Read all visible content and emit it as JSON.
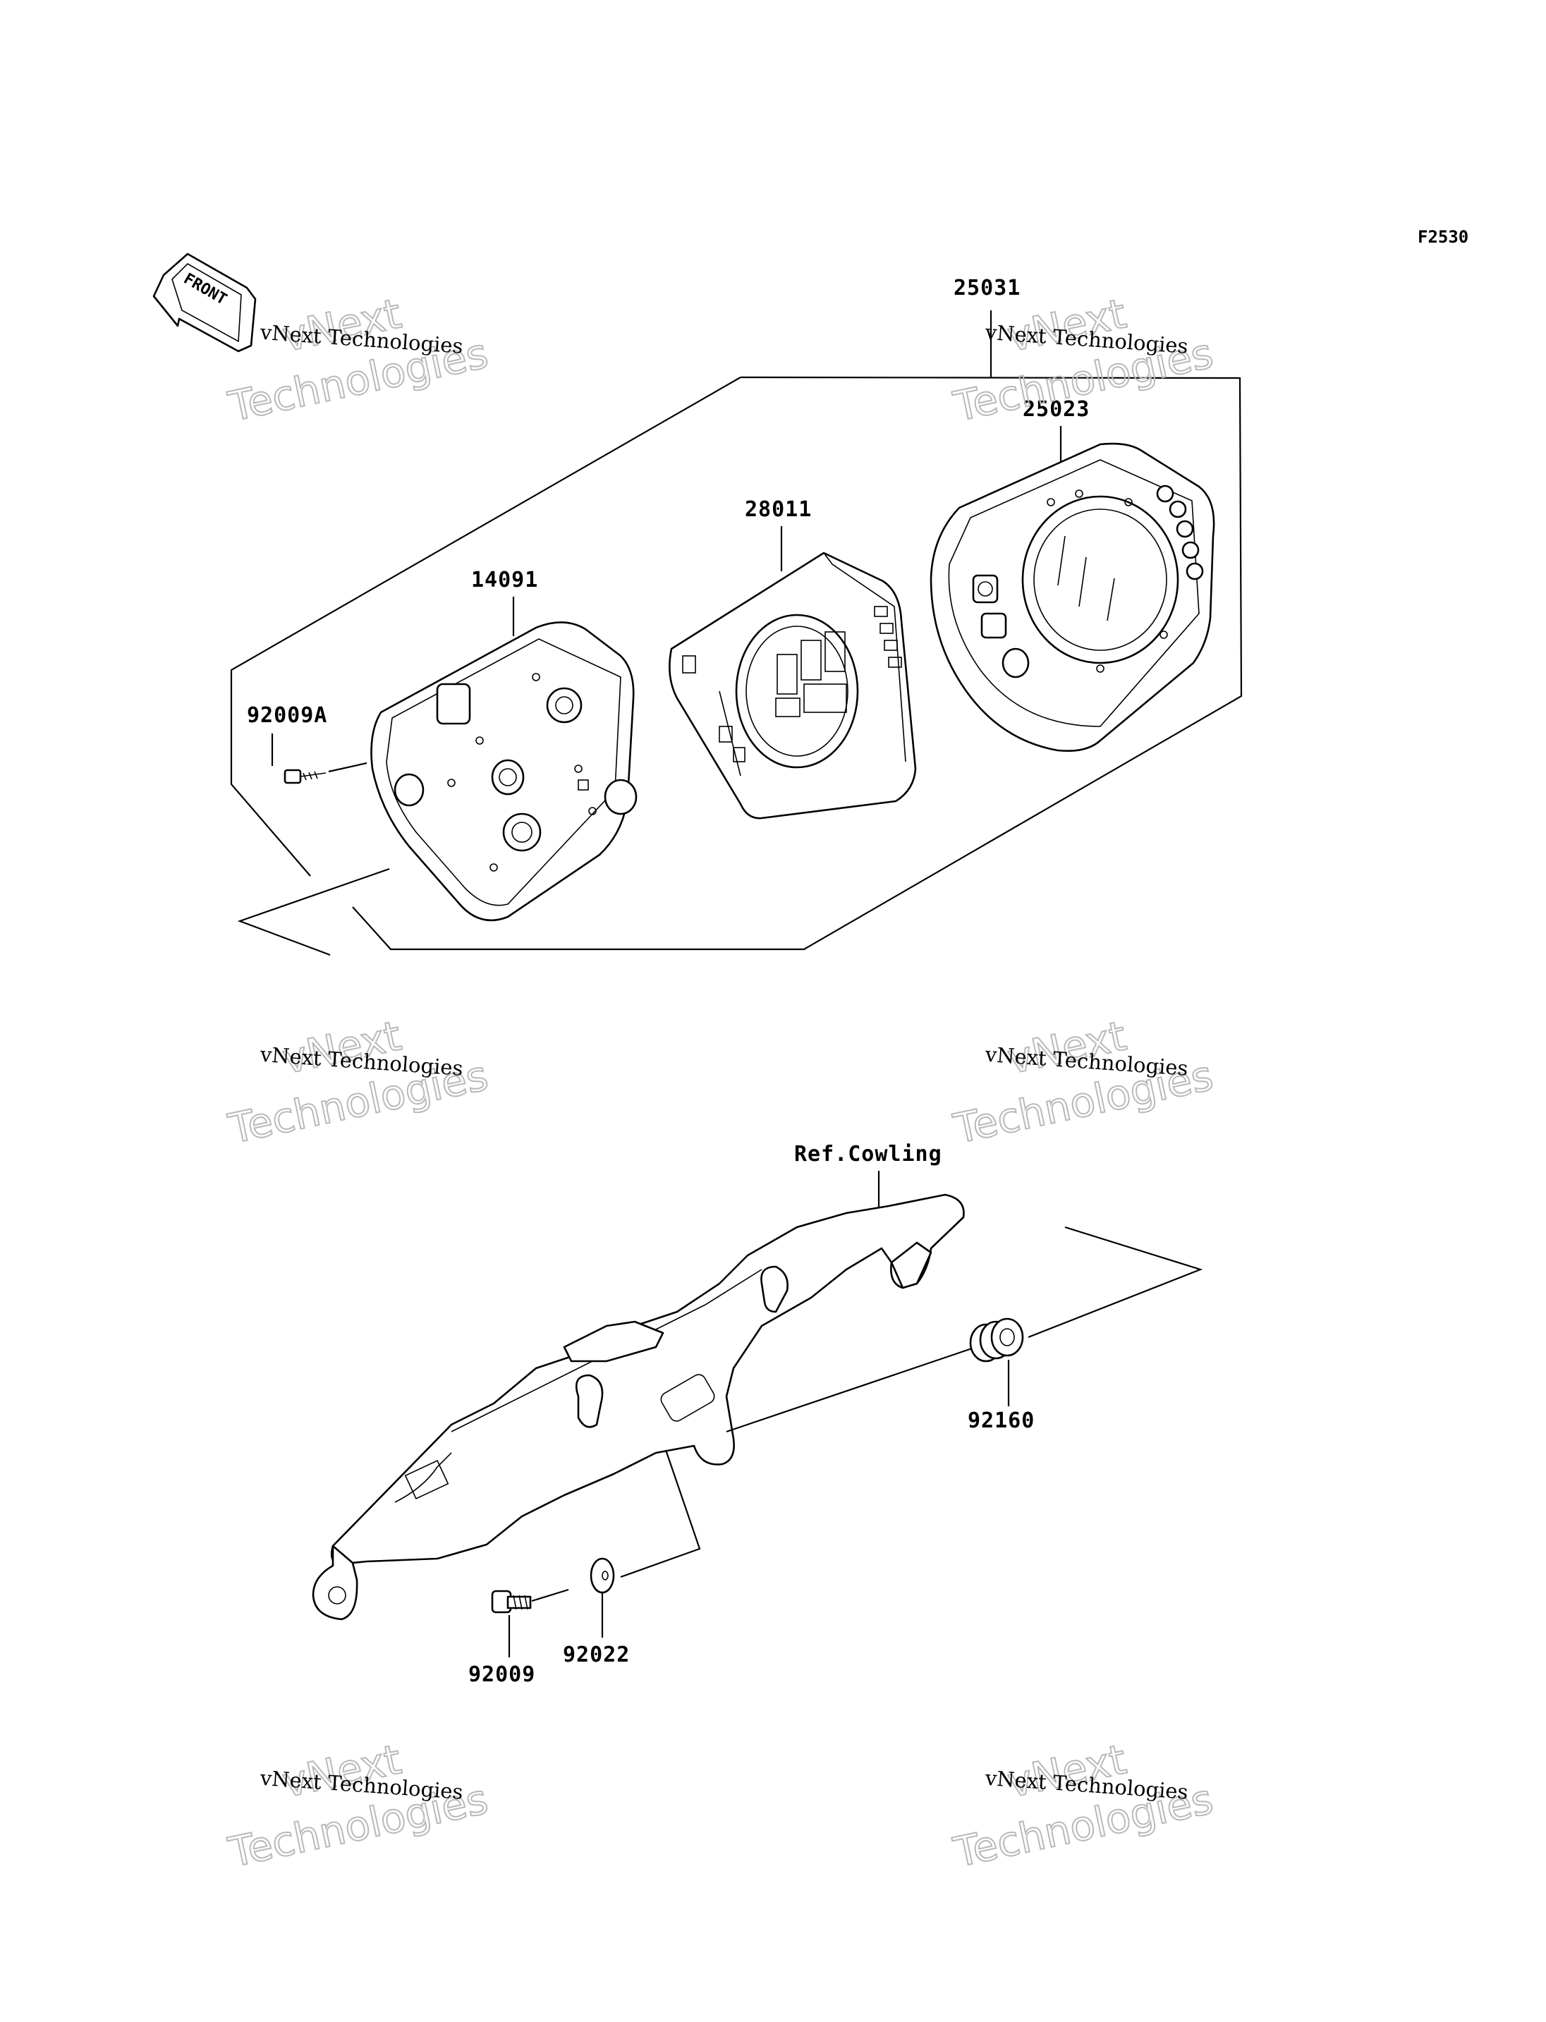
{
  "figure": {
    "code": "F2530",
    "front_marker": "FRONT"
  },
  "parts": {
    "p25031": "25031",
    "p25023": "25023",
    "p28011": "28011",
    "p14091": "14091",
    "p92009A": "92009A",
    "ref_cowling": "Ref.Cowling",
    "p92160": "92160",
    "p92009": "92009",
    "p92022": "92022"
  },
  "watermark": {
    "line_small": "vNext Technologies",
    "line_big_1": "vNext",
    "line_big_2": "Technologies"
  }
}
